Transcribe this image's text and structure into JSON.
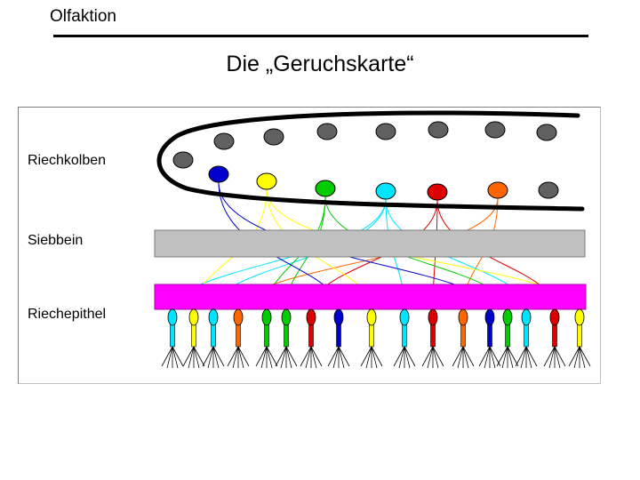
{
  "slide": {
    "title": "Olfaktion",
    "subtitle": "Die „Geruchskarte“"
  },
  "labels": {
    "bulb": "Riechkolben",
    "ethmoid": "Siebbein",
    "epithelium": "Riechepithel"
  },
  "colors": {
    "blue": "#0000cc",
    "yellow": "#ffff00",
    "green": "#00cc00",
    "cyan": "#00e5ff",
    "red": "#dd0000",
    "orange": "#ff6600",
    "grey_glomerulus": "#606060",
    "sieve_plate": "#c0c0c0",
    "epithelium_band": "#ff00ff"
  },
  "glomeruli": [
    {
      "color": "grey"
    },
    {
      "color": "grey"
    },
    {
      "color": "grey"
    },
    {
      "color": "grey"
    },
    {
      "color": "grey"
    },
    {
      "color": "grey"
    },
    {
      "color": "grey"
    },
    {
      "color": "grey"
    },
    {
      "color": "grey"
    },
    {
      "color": "blue"
    },
    {
      "color": "yellow"
    },
    {
      "color": "green"
    },
    {
      "color": "cyan"
    },
    {
      "color": "red"
    },
    {
      "color": "orange"
    },
    {
      "color": "grey"
    }
  ],
  "receptor_neurons": [
    "cyan",
    "yellow",
    "cyan",
    "orange",
    "green",
    "green",
    "red",
    "blue",
    "yellow",
    "cyan",
    "red",
    "orange",
    "blue",
    "green",
    "cyan",
    "red",
    "yellow"
  ]
}
